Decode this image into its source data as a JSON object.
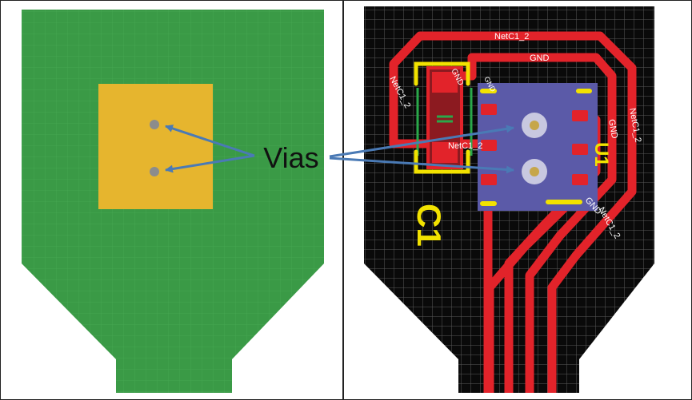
{
  "figure": {
    "callout": "Vias",
    "left_panel": {
      "board_color": "#3a9a46",
      "pad_color": "#e6b52e",
      "via_color": "#8c8c8c"
    },
    "right_panel": {
      "background": "#0a0a0a",
      "grid_color": "#5a5a5a",
      "trace_color": "#e2232a",
      "silk_color": "#f2e200",
      "component_color": "#5b5aa8",
      "labels": {
        "net_top": "NetC1_2",
        "gnd_top": "GND",
        "net_left": "NetC1_2",
        "gnd_c1": "GND",
        "gnd_pad": "GND",
        "net_mid": "NetC1_2",
        "gnd_right": "GND",
        "net_right": "NetC1_2",
        "gnd_lower": "GND",
        "net_lower": "NetC1_2",
        "ref_u1": "U1",
        "ref_c1": "C1"
      }
    },
    "arrow_color": "#4a7ab5"
  }
}
